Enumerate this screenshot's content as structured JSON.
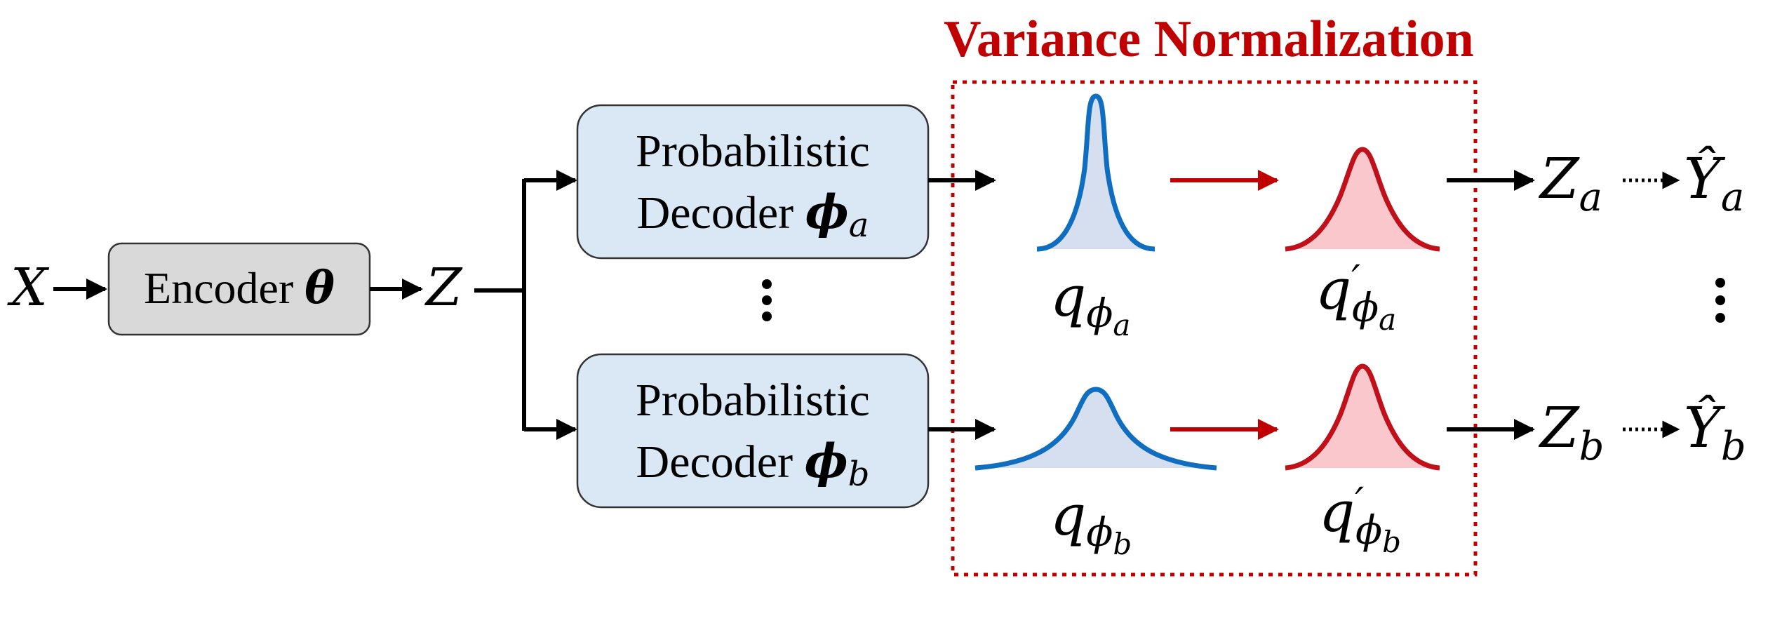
{
  "title": "Variance Normalization",
  "input_label": "X",
  "encoder": {
    "text": "Encoder ",
    "param": "θ"
  },
  "latent_label": "Z",
  "decoders": [
    {
      "line1": "Probabilistic",
      "line2": "Decoder ",
      "param": "ϕ",
      "sub": "a"
    },
    {
      "line1": "Probabilistic",
      "line2": "Decoder ",
      "param": "ϕ",
      "sub": "b"
    }
  ],
  "dist_q": [
    {
      "base": "q",
      "sub": "ϕ",
      "subsub": "a"
    },
    {
      "base": "q",
      "sub": "ϕ",
      "subsub": "b"
    }
  ],
  "dist_q_prime": [
    {
      "base": "q",
      "prime": "′",
      "sub": "ϕ",
      "subsub": "a"
    },
    {
      "base": "q",
      "prime": "′",
      "sub": "ϕ",
      "subsub": "b"
    }
  ],
  "outputs": [
    {
      "z": "Z",
      "zsub": "a",
      "y": "Ŷ",
      "ysub": "a"
    },
    {
      "z": "Z",
      "zsub": "b",
      "y": "Ŷ",
      "ysub": "b"
    }
  ],
  "ellipsis": "⋮",
  "colors": {
    "title": "#c00000",
    "box_fill_encoder": "#d9d9d9",
    "box_fill_decoder": "#dae8f5",
    "blue_curve": "#0f6ebf",
    "blue_fill": "#d6dff0",
    "red_curve": "#c0101a",
    "red_fill": "#f9c7cc",
    "red_arrow": "#c00000",
    "dotted_border": "#c00000"
  }
}
